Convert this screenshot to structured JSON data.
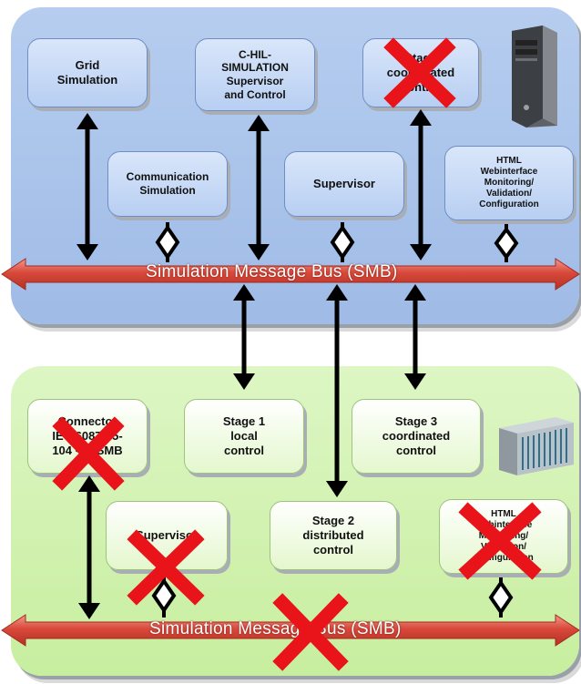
{
  "top_panel": {
    "boxes": {
      "grid_simulation": "Grid\nSimulation",
      "chil_simulation": "C-HIL-\nSIMULATION\nSupervisor\nand Control",
      "stage_coordinated": "Stage\ncoordinated\ncontrol",
      "communication_simulation": "Communication\nSimulation",
      "supervisor": "Supervisor",
      "html_webinterface": "HTML\nWebinterface\nMonitoring/\nValidation/\nConfiguration"
    },
    "bus_label": "Simulation Message Bus (SMB)"
  },
  "bottom_panel": {
    "boxes": {
      "connector": "Connector\nIEC 60870-5-\n104 <-> SMB",
      "stage1": "Stage 1\nlocal\ncontrol",
      "stage3": "Stage 3\ncoordinated\ncontrol",
      "supervisor": "Supervisor",
      "stage2": "Stage 2\ndistributed\ncontrol",
      "html_monitoring": "HTML\nWebinterface\nMonitoring/\nValidation/\nConfiguration"
    },
    "bus_label": "Simulation Message Bus (SMB)"
  },
  "colors": {
    "top_panel": "#a8c3eb",
    "bottom_panel": "#d2f2b0",
    "bus": "#d9493b",
    "cross": "#e8141a"
  },
  "icons": [
    "server-tower-icon",
    "rack-server-icon",
    "red-cross-icon",
    "double-arrow-icon",
    "diamond-connector-icon"
  ]
}
